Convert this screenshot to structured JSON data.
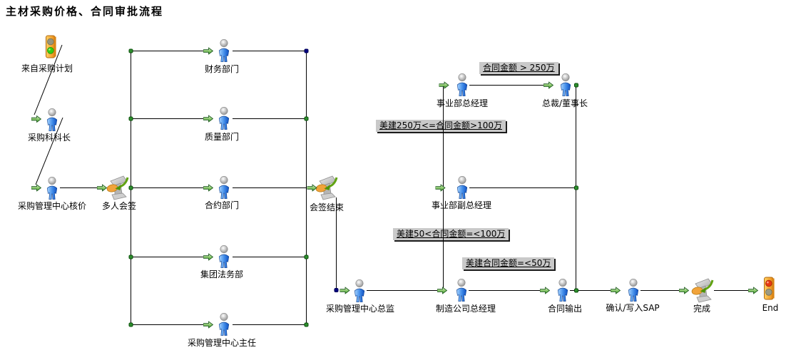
{
  "title": "主材采购价格、合同审批流程",
  "nodes": {
    "start": {
      "label": "来自采购计划",
      "icon": "traffic-light-green-icon"
    },
    "section_chief": {
      "label": "采购科科长",
      "icon": "person-icon"
    },
    "pricing": {
      "label": "采购管理中心核价",
      "icon": "person-icon"
    },
    "multi_sign": {
      "label": "多人会签",
      "icon": "stamp-icon"
    },
    "finance": {
      "label": "财务部门",
      "icon": "person-icon"
    },
    "quality": {
      "label": "质量部门",
      "icon": "person-icon"
    },
    "contract_dept": {
      "label": "合约部门",
      "icon": "person-icon"
    },
    "group_legal": {
      "label": "集团法务部",
      "icon": "person-icon"
    },
    "center_director": {
      "label": "采购管理中心主任",
      "icon": "person-icon"
    },
    "sign_end": {
      "label": "会签结束",
      "icon": "stamp-icon"
    },
    "center_chief": {
      "label": "采购管理中心总监",
      "icon": "person-icon"
    },
    "division_gm": {
      "label": "事业部总经理",
      "icon": "person-icon"
    },
    "president": {
      "label": "总裁/董事长",
      "icon": "person-icon"
    },
    "division_deputy": {
      "label": "事业部副总经理",
      "icon": "person-icon"
    },
    "mfg_gm": {
      "label": "制造公司总经理",
      "icon": "person-icon"
    },
    "contract_output": {
      "label": "合同输出",
      "icon": "person-icon"
    },
    "confirm_sap": {
      "label": "确认/写入SAP",
      "icon": "person-icon"
    },
    "done": {
      "label": "完成",
      "icon": "stamp-icon"
    },
    "end": {
      "label": "End",
      "icon": "traffic-light-red-icon"
    }
  },
  "conditions": {
    "gt_250": "合同金额 > 250万",
    "between_100_250": "美建250万<=合同金额>100万",
    "between_50_100": "美建50<合同金额=<100万",
    "le_50": "美建合同金额=<50万"
  },
  "colors": {
    "line": "#000000",
    "arrow_green": "#46b42c",
    "junction_green": "#2d8f2d",
    "junction_navy": "#000080",
    "condition_bg": "#c9c9c9",
    "condition_shadow": "#1c1c1c",
    "light_body_orange": "#f2a02c"
  }
}
